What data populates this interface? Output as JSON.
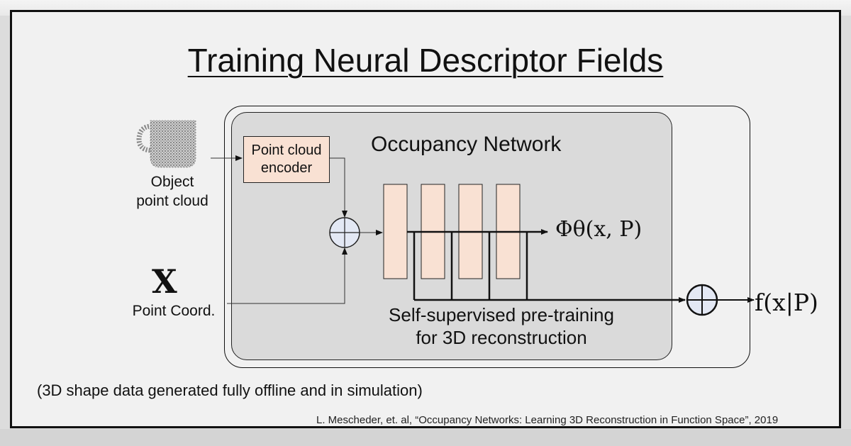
{
  "slide": {
    "title": "Training Neural Descriptor Fields",
    "network_title": "Occupancy Network",
    "encoder_label_line1": "Point cloud",
    "encoder_label_line2": "encoder",
    "input_object_line1": "Object",
    "input_object_line2": "point cloud",
    "input_coord_symbol": "X",
    "input_coord_label": "Point Coord.",
    "network_output": "Φθ(x, P)",
    "pretrain_line1": "Self-supervised pre-training",
    "pretrain_line2": "for 3D reconstruction",
    "final_output": "f(x|P)",
    "note": "(3D shape data generated fully offline and in simulation)",
    "citation": "L. Mescheder, et. al, “Occupancy Networks: Learning 3D Reconstruction in Function Space”, 2019"
  },
  "colors": {
    "block_fill": "#f9e1d3",
    "sum_node_fill": "#e3e8f4",
    "network_bg": "#dadada",
    "slide_bg": "#f1f1f1"
  },
  "icons": {
    "mug": "point-cloud-mug-icon",
    "sum": "circle-plus-icon"
  }
}
